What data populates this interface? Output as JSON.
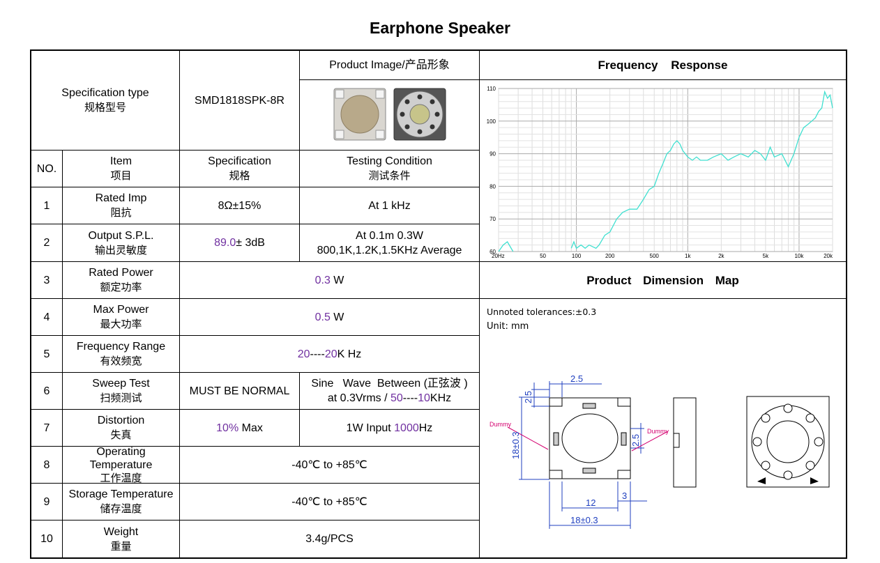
{
  "title": "Earphone Speaker",
  "spec_type": {
    "en": "Specification type",
    "cn": "规格型号"
  },
  "model": "SMD1818SPK-8R",
  "product_image_label": "Product Image/产品形象",
  "freq_response_title": "Frequency Response",
  "dimension_map_title": "Product Dimension Map",
  "header": {
    "no": "NO.",
    "item_en": "Item",
    "item_cn": "项目",
    "spec_en": "Specification",
    "spec_cn": "规格",
    "cond_en": "Testing Condition",
    "cond_cn": "测试条件"
  },
  "rows": [
    {
      "no": "1",
      "item_en": "Rated Imp",
      "item_cn": "阻抗",
      "spec": "8Ω±15%",
      "cond": "At 1 kHz"
    },
    {
      "no": "2",
      "item_en": "Output S.P.L.",
      "item_cn": "输出灵敏度",
      "spec_hl": "89.0",
      "spec_rest": "± 3dB",
      "cond1": "At 0.1m 0.3W",
      "cond2": "800,1K,1.2K,1.5KHz Average"
    },
    {
      "no": "3",
      "item_en": "Rated Power",
      "item_cn": "额定功率",
      "val_hl": "0.3",
      "val_rest": " W"
    },
    {
      "no": "4",
      "item_en": "Max Power",
      "item_cn": "最大功率",
      "val_hl": "0.5",
      "val_rest": " W"
    },
    {
      "no": "5",
      "item_en": "Frequency Range",
      "item_cn": "有效频宽",
      "val_hl1": "20",
      "val_mid": "----",
      "val_hl2": "20",
      "val_rest": "K Hz"
    },
    {
      "no": "6",
      "item_en": "Sweep Test",
      "item_cn": "扫频测试",
      "spec": "MUST BE NORMAL",
      "cond1": "Sine   Wave  Between (正弦波 )",
      "cond2_pre": "at 0.3Vrms / ",
      "cond2_hl1": "50",
      "cond2_mid": "----",
      "cond2_hl2": "10",
      "cond2_rest": "KHz"
    },
    {
      "no": "7",
      "item_en": "Distortion",
      "item_cn": "失真",
      "spec_hl": "10%",
      "spec_rest": " Max",
      "cond_pre": "1W Input ",
      "cond_hl": "1000",
      "cond_rest": "Hz"
    },
    {
      "no": "8",
      "item_en1": "Operating",
      "item_en2": "Temperature",
      "item_cn": "工作温度",
      "val": "-40℃ to +85℃"
    },
    {
      "no": "9",
      "item_en": "Storage Temperature",
      "item_cn": "储存温度",
      "val": "-40℃ to +85℃"
    },
    {
      "no": "10",
      "item_en": "Weight",
      "item_cn": "重量",
      "val": "3.4g/PCS"
    }
  ],
  "tolerance_note": "Unnoted tolerances:±0.3",
  "unit_note": "Unit:  mm",
  "chart_data": {
    "type": "line",
    "title": "",
    "xscale": "log",
    "xlim": [
      20,
      20000
    ],
    "ylim": [
      60,
      110
    ],
    "x_ticks": [
      "20Hz",
      "50",
      "100",
      "200",
      "500",
      "1k",
      "2k",
      "5k",
      "10k",
      "20k"
    ],
    "y_ticks": [
      "60",
      "70",
      "80",
      "90",
      "100",
      "110"
    ],
    "line_color": "#40e0d0",
    "series": [
      {
        "x": [
          20,
          22,
          24,
          27,
          90,
          95,
          100,
          110,
          120,
          130,
          150,
          160,
          180,
          200,
          230,
          260,
          300,
          350,
          400,
          450,
          500,
          550,
          600,
          650,
          700,
          750,
          800,
          850,
          900,
          1000,
          1100,
          1200,
          1300,
          1500,
          1700,
          2000,
          2300,
          2600,
          3000,
          3500,
          4000,
          4500,
          5000,
          5500,
          6000,
          7000,
          8000,
          9000,
          10000,
          11000,
          12000,
          13000,
          14000,
          15000,
          16000,
          17000,
          18000,
          19000,
          20000
        ],
        "y": [
          60,
          62,
          63,
          60,
          61,
          63,
          61,
          62,
          61,
          62,
          61,
          62,
          65,
          66,
          70,
          72,
          73,
          73,
          76,
          79,
          80,
          84,
          87,
          90,
          91,
          93,
          94,
          93,
          91,
          89,
          88,
          89,
          88,
          88,
          89,
          90,
          88,
          89,
          90,
          89,
          91,
          90,
          88,
          92,
          89,
          90,
          86,
          90,
          95,
          98,
          99,
          100,
          101,
          103,
          104,
          109,
          107,
          108,
          104
        ]
      }
    ]
  },
  "dimension_labels": {
    "dummy_left": "Dummy",
    "dummy_right": "Dummy",
    "d_2_5_top_v": "2.5",
    "d_2_5_top_h": "2.5",
    "d_18_v": "18±0.3",
    "d_2_5_right": "2.5",
    "d_12": "12",
    "d_3": "3",
    "d_18_h": "18±0.3"
  }
}
